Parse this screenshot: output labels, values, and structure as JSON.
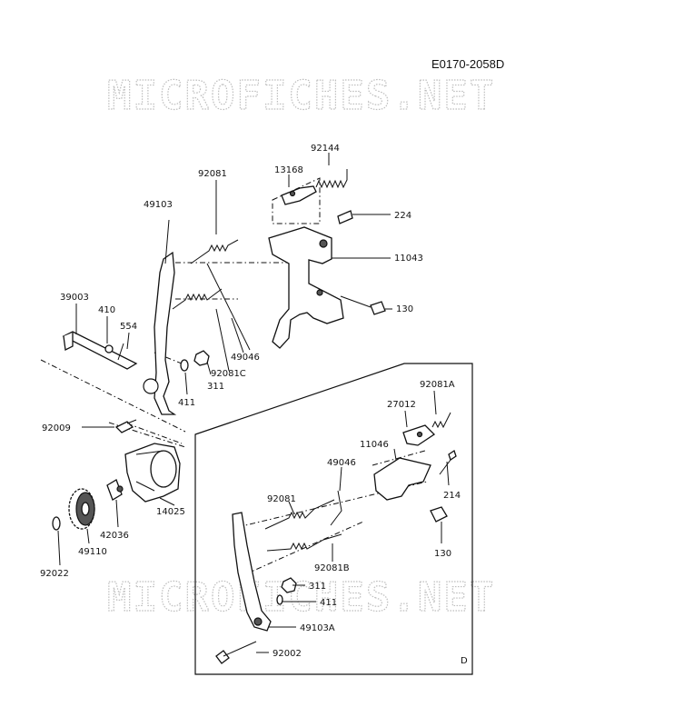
{
  "diagram_code": "E0170-2058D",
  "watermark": "MICROFICHES.NET",
  "inset_label": "D",
  "part_numbers": {
    "p92144": "92144",
    "p13168": "13168",
    "p224": "224",
    "p11043": "11043",
    "p130a": "130",
    "p92081": "92081",
    "p49103": "49103",
    "p39003": "39003",
    "p410": "410",
    "p554": "554",
    "p49046": "49046",
    "p92081C": "92081C",
    "p311": "311",
    "p411": "411",
    "p92009": "92009",
    "p14025": "14025",
    "p42036": "42036",
    "p49110": "49110",
    "p92022": "92022",
    "p92081A": "92081A",
    "p27012": "27012",
    "p11046": "11046",
    "p49046b": "49046",
    "p214": "214",
    "p92081b": "92081",
    "p130b": "130",
    "p92081B": "92081B",
    "p311b": "311",
    "p411b": "411",
    "p49103A": "49103A",
    "p92002": "92002"
  }
}
